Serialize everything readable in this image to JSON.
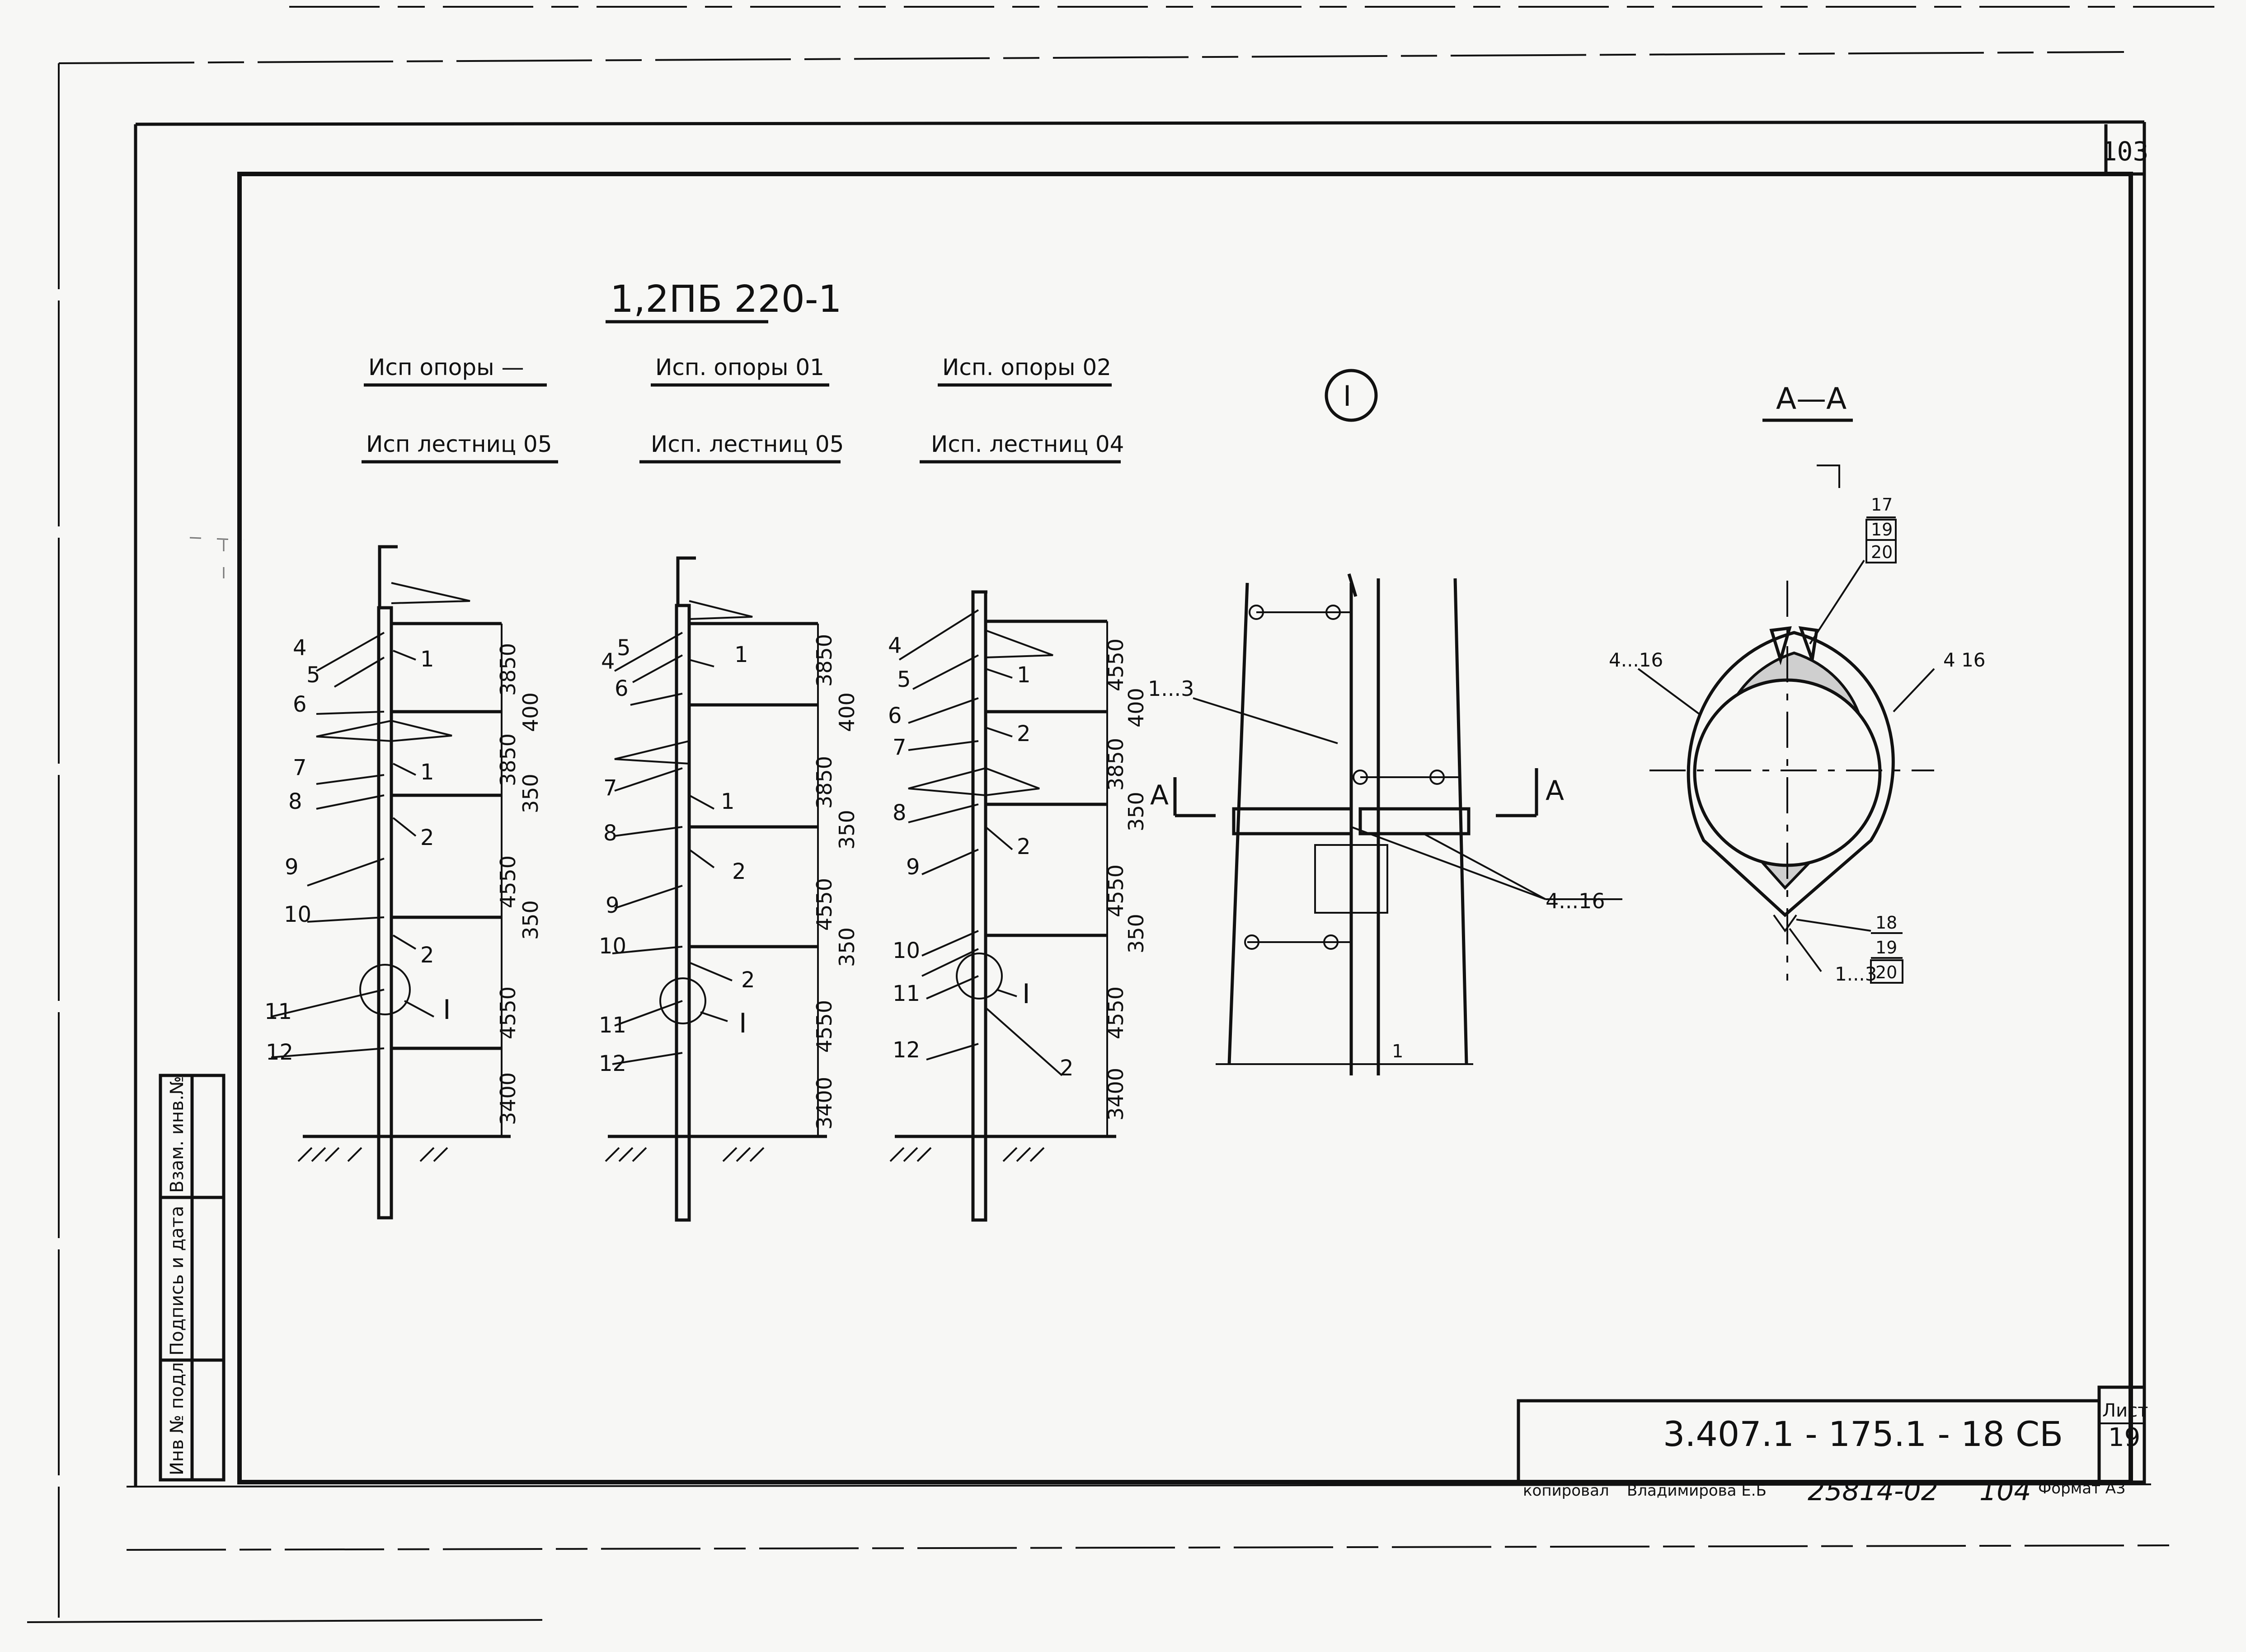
{
  "sheet_corner_number": "103",
  "main_title": "1,2ПБ 220-1",
  "columns": [
    {
      "support_label": "Исп опоры —",
      "ladder_label": "Исп лестниц 05",
      "item_labels": [
        "4",
        "5",
        "6",
        "7",
        "8",
        "9",
        "10",
        "11",
        "12"
      ],
      "side_labels": [
        "1",
        "1",
        "2",
        "2",
        "I"
      ],
      "dims": [
        "3850",
        "400",
        "3850",
        "350",
        "4550",
        "350",
        "4550",
        "3400"
      ]
    },
    {
      "support_label": "Исп. опоры 01",
      "ladder_label": "Исп. лестниц 05",
      "item_labels": [
        "4",
        "5",
        "6",
        "7",
        "8",
        "9",
        "10",
        "11",
        "12"
      ],
      "side_labels": [
        "1",
        "1",
        "2",
        "2",
        "I"
      ],
      "dims": [
        "3850",
        "400",
        "3850",
        "350",
        "4550",
        "350",
        "4550",
        "3400"
      ]
    },
    {
      "support_label": "Исп. опоры 02",
      "ladder_label": "Исп. лестниц 04",
      "item_labels": [
        "4",
        "5",
        "6",
        "7",
        "8",
        "9",
        "10",
        "11",
        "12"
      ],
      "side_labels": [
        "1",
        "2",
        "1",
        "2",
        "I",
        "2"
      ],
      "dims": [
        "4550",
        "400",
        "3850",
        "350",
        "4550",
        "350",
        "4550",
        "3400"
      ]
    }
  ],
  "detail_view": {
    "marker": "I",
    "labels": {
      "item_1_3": "1...3",
      "item_4_16": "4...16",
      "section_a": "A",
      "bottom_1": "1"
    }
  },
  "section_view": {
    "title": "А—А",
    "labels": {
      "left_4_16": "4...16",
      "right_4_16": "4  16",
      "bottom_1_3": "1...3"
    },
    "top_stack": [
      "17",
      "19",
      "20"
    ],
    "bottom_stack": [
      "18",
      "19",
      "20"
    ]
  },
  "side_stamp": [
    "Инв № подл",
    "Подпись и дата",
    "Взам. инв.№"
  ],
  "title_block": {
    "code": "3.407.1 - 175.1 - 18 СБ",
    "sheet_label": "Лист",
    "sheet_number": "19"
  },
  "footer": {
    "copied": "копировал",
    "name": "Владимирова Е.Б",
    "order_no": "25814-02",
    "page": "104",
    "format": "Формат А3"
  }
}
